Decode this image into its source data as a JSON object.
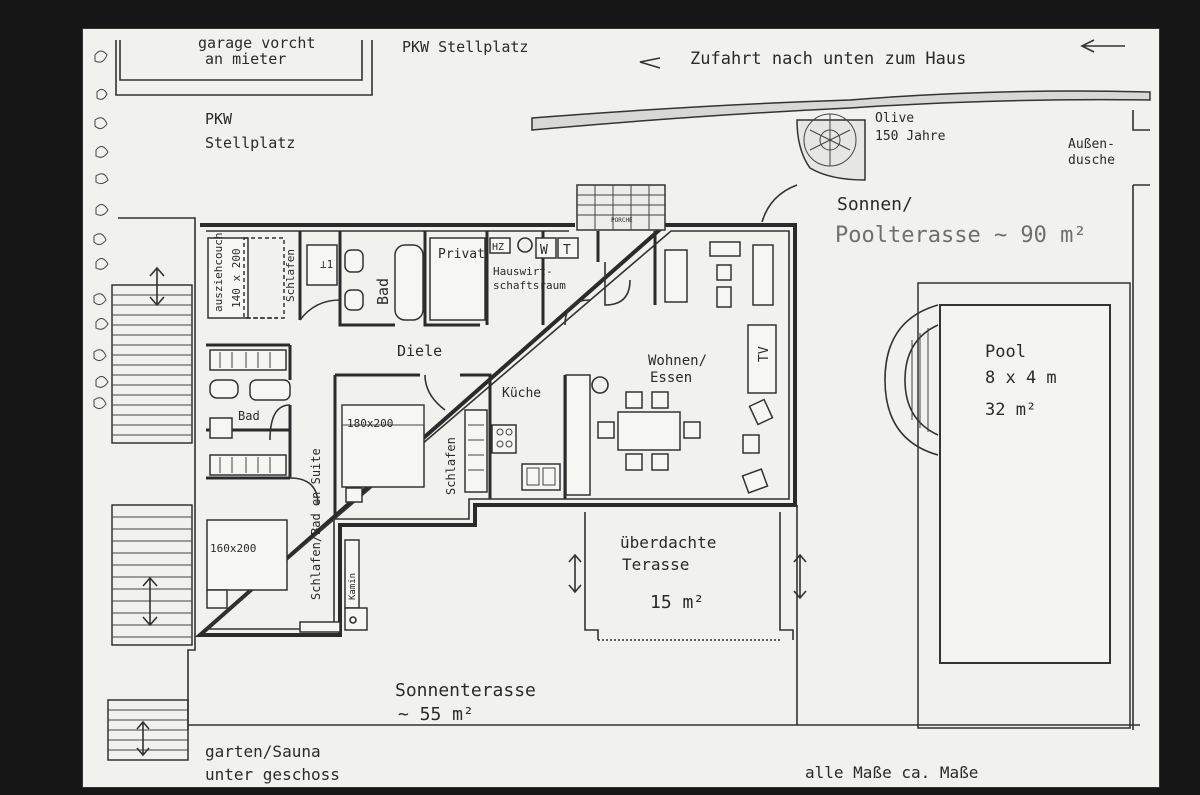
{
  "plan": {
    "garage_line1": "garage vorcht",
    "garage_line2": "an mieter",
    "pkw_stellplatz_top": "PKW Stellplatz",
    "zufahrt": "Zufahrt nach unten zum Haus",
    "pkw_left_line1": "PKW",
    "pkw_left_line2": "Stellplatz",
    "olive_line1": "Olive",
    "olive_line2": "150 Jahre",
    "aussendusche_line1": "Außen-",
    "aussendusche_line2": "dusche",
    "sonnen_line1": "Sonnen/",
    "poolterasse": "Poolterasse ~ 90 m²",
    "porche": "PORCHE",
    "ausziehcouch": "ausziehcouch",
    "bed_small_1": "140 x 200",
    "schlafen_1": "Schlafen",
    "bad_1": "Bad",
    "privat": "Privat",
    "hz": "HZ",
    "w": "W",
    "t": "T",
    "hauswirtschaft_line1": "Hauswirt-",
    "hauswirtschaft_line2": "schaftsraum",
    "tv": "TV",
    "diele": "Diele",
    "wohnen_line1": "Wohnen/",
    "wohnen_line2": "Essen",
    "kueche": "Küche",
    "bad_2": "Bad",
    "bed_180": "180x200",
    "schlafen_2": "Schlafen",
    "bed_160": "160x200",
    "schlafen_bad_suite": "Schlafen/Bad en Suite",
    "kamin": "Kamin",
    "ueberdachte_line1": "überdachte",
    "ueberdachte_line2": "Terasse",
    "ueberdachte_area": "15 m²",
    "pool_line1": "Pool",
    "pool_line2": "8 x 4 m",
    "pool_area": "32 m²",
    "sonnenterasse_line1": "Sonnenterasse",
    "sonnenterasse_line2": "~ 55 m²",
    "garten_line1": "garten/Sauna",
    "garten_line2": "unter geschoss",
    "masse": "alle Maße ca. Maße"
  }
}
